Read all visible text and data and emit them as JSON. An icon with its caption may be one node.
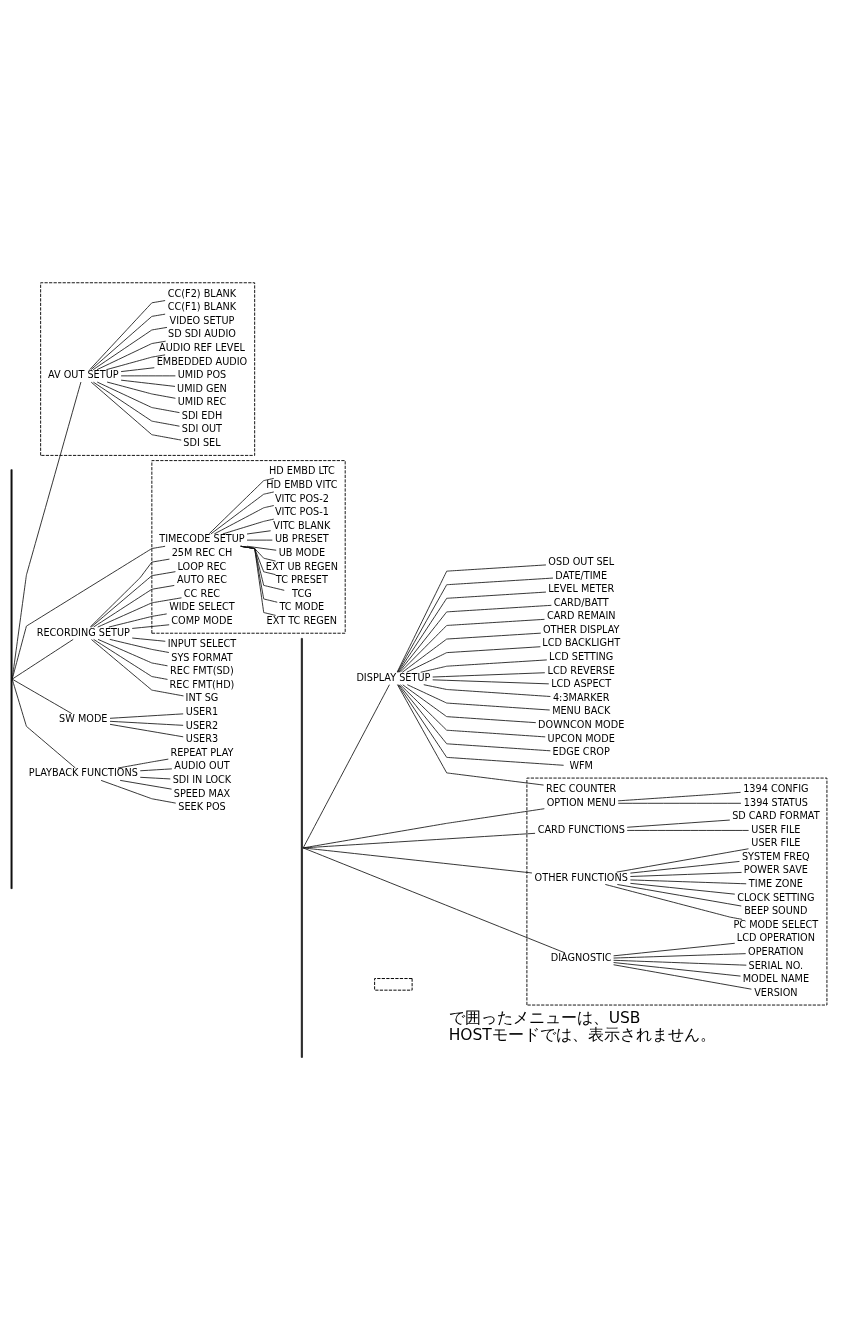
{
  "diagram": {
    "nodes": [
      {
        "text": [
          "RECORDING SETUP"
        ]
      },
      {
        "text": [
          "INPUT SELECT"
        ]
      },
      {
        "text": [
          "SYS FORMAT"
        ]
      },
      {
        "text": [
          "REC FMT(SD)"
        ]
      },
      {
        "text": [
          "REC FMT(HD)"
        ]
      },
      {
        "text": [
          "INT SG"
        ]
      },
      {
        "text": [],
        "shape": "box"
      },
      {
        "text": [
          "25M REC CH"
        ],
        "in": 6
      },
      {
        "text": [
          "LOOP REC"
        ],
        "in": 6
      },
      {
        "text": [
          "AUTO REC"
        ],
        "in": 6
      },
      {
        "text": [
          "CC REC"
        ],
        "in": 6
      },
      {
        "text": [
          "WIDE SELECT"
        ],
        "in": 6
      },
      {
        "text": [
          "COMP MODE"
        ],
        "in": 6
      },
      {
        "text": [
          "TIMECODE SETUP"
        ],
        "in": 6
      },
      {
        "text": [
          "EXT TC REGEN"
        ],
        "in": 6
      },
      {
        "text": [
          "TC MODE"
        ],
        "in": 6
      },
      {
        "text": [
          "TCG"
        ],
        "in": 6
      },
      {
        "text": [
          "TC PRESET"
        ],
        "in": 6
      },
      {
        "text": [
          "EXT UB REGEN"
        ],
        "in": 6
      },
      {
        "text": [
          "UB MODE"
        ],
        "in": 6
      },
      {
        "text": [
          "UB PRESET"
        ],
        "in": 6
      },
      {
        "text": [
          "VITC BLANK"
        ],
        "in": 6
      },
      {
        "text": [
          "VITC POS-1"
        ],
        "in": 6
      },
      {
        "text": [
          "VITC POS-2"
        ],
        "in": 6
      },
      {
        "text": [
          "HD EMBD VITC"
        ],
        "in": 6
      },
      {
        "text": [
          "HD EMBD LTC"
        ],
        "in": 6
      },
      {
        "text": [
          "SW MODE"
        ]
      },
      {
        "text": [
          "USER1"
        ]
      },
      {
        "text": [
          "USER2"
        ]
      },
      {
        "text": [
          "USER3"
        ]
      },
      {
        "text": [
          "PLAYBACK FUNCTIONS"
        ]
      },
      {
        "text": [
          "REPEAT PLAY"
        ]
      },
      {
        "text": [
          "AUDIO OUT"
        ]
      },
      {
        "text": [
          "SDI IN LOCK"
        ]
      },
      {
        "text": [
          "SPEED MAX"
        ]
      },
      {
        "text": [
          "SEEK POS"
        ]
      },
      {
        "text": [],
        "shape": "box"
      },
      {
        "text": [
          "AV OUT SETUP"
        ],
        "in": 36
      },
      {
        "text": [
          "SDI SEL"
        ],
        "in": 36
      },
      {
        "text": [
          "SDI OUT"
        ],
        "in": 36
      },
      {
        "text": [
          "SDI EDH"
        ],
        "in": 36
      },
      {
        "text": [
          "UMID REC"
        ],
        "in": 36
      },
      {
        "text": [
          "UMID GEN"
        ],
        "in": 36
      },
      {
        "text": [
          "UMID POS"
        ],
        "in": 36
      },
      {
        "text": [
          "EMBEDDED AUDIO"
        ],
        "in": 36
      },
      {
        "text": [
          "AUDIO REF LEVEL"
        ],
        "in": 36
      },
      {
        "text": [
          "SD SDI AUDIO"
        ],
        "in": 36
      },
      {
        "text": [
          "VIDEO SETUP"
        ],
        "in": 36
      },
      {
        "text": [
          "CC(F1) BLANK"
        ],
        "in": 36
      },
      {
        "text": [
          "CC(F2) BLANK"
        ],
        "in": 36
      },
      {
        "text": [
          "DISPLAY SETUP"
        ]
      },
      {
        "text": [
          "OSD OUT SEL"
        ]
      },
      {
        "text": [
          "DATE/TIME"
        ]
      },
      {
        "text": [
          "LEVEL METER"
        ]
      },
      {
        "text": [
          "CARD/BATT"
        ]
      },
      {
        "text": [
          "CARD REMAIN"
        ]
      },
      {
        "text": [
          "OTHER DISPLAY"
        ]
      },
      {
        "text": [
          "LCD BACKLIGHT"
        ]
      },
      {
        "text": [
          "LCD SETTING"
        ]
      },
      {
        "text": [
          "LCD REVERSE"
        ]
      },
      {
        "text": [
          "LCD ASPECT"
        ]
      },
      {
        "text": [
          "4:3MARKER"
        ]
      },
      {
        "text": [
          "MENU BACK"
        ]
      },
      {
        "text": [
          "DOWNCON MODE"
        ]
      },
      {
        "text": [
          "UPCON MODE"
        ]
      },
      {
        "text": [
          "EDGE CROP"
        ]
      },
      {
        "text": [
          "WFM"
        ]
      },
      {
        "text": [],
        "shape": "box"
      },
      {
        "text": [
          "REC COUNTER"
        ],
        "in": 67
      },
      {
        "text": [
          "CARD FUNCTIONS"
        ],
        "in": 67
      },
      {
        "text": [
          "USER FILE"
        ],
        "in": 67
      },
      {
        "text": [
          "SD CARD FORMAT"
        ],
        "in": 67
      },
      {
        "text": [
          "OTHER FUNCTIONS"
        ],
        "in": 67
      },
      {
        "text": [
          "PC MODE SELECT"
        ],
        "in": 67
      },
      {
        "text": [
          "BEEP SOUND"
        ],
        "in": 67
      },
      {
        "text": [
          "CLOCK SETTING"
        ],
        "in": 67
      },
      {
        "text": [
          "TIME ZONE"
        ],
        "in": 67
      },
      {
        "text": [
          "POWER SAVE"
        ],
        "in": 67
      },
      {
        "text": [
          "SYSTEM FREQ"
        ],
        "in": 67
      },
      {
        "text": [
          "USER FILE"
        ],
        "in": 67
      },
      {
        "text": [
          "DIAGNOSTIC"
        ],
        "in": 67
      },
      {
        "text": [
          "VERSION"
        ],
        "in": 67
      },
      {
        "text": [
          "MODEL NAME"
        ],
        "in": 67
      },
      {
        "text": [
          "SERIAL NO."
        ],
        "in": 67
      },
      {
        "text": [
          "OPERATION"
        ],
        "in": 67
      },
      {
        "text": [
          "LCD OPERATION"
        ],
        "in": 67
      },
      {
        "text": [
          "OPTION MENU"
        ],
        "in": 67
      },
      {
        "text": [
          "1394 STATUS"
        ],
        "in": 67
      },
      {
        "text": [
          "1394 CONFIG"
        ],
        "in": 67
      },
      {
        "text": [],
        "shape": "bar"
      },
      {
        "text": [],
        "shape": "bar"
      }
    ],
    "edges": [
      {
        "from": 89,
        "to": 0,
        "arrow": "none"
      },
      {
        "from": 0,
        "to": 1,
        "arrow": "none"
      },
      {
        "from": 0,
        "to": 2,
        "arrow": "none"
      },
      {
        "from": 0,
        "to": 3,
        "arrow": "none"
      },
      {
        "from": 0,
        "to": 4,
        "arrow": "none"
      },
      {
        "from": 0,
        "to": 5,
        "arrow": "none"
      },
      {
        "from": 0,
        "to": 7,
        "arrow": "none"
      },
      {
        "from": 0,
        "to": 8,
        "arrow": "none"
      },
      {
        "from": 0,
        "to": 9,
        "arrow": "none"
      },
      {
        "from": 0,
        "to": 10,
        "arrow": "none"
      },
      {
        "from": 0,
        "to": 11,
        "arrow": "none"
      },
      {
        "from": 0,
        "to": 12,
        "arrow": "none"
      },
      {
        "from": 89,
        "to": 13,
        "arrow": "none"
      },
      {
        "from": 13,
        "to": 14,
        "arrow": "none"
      },
      {
        "from": 13,
        "to": 15,
        "arrow": "none"
      },
      {
        "from": 13,
        "to": 16,
        "arrow": "none"
      },
      {
        "from": 13,
        "to": 17,
        "arrow": "none"
      },
      {
        "from": 13,
        "to": 18,
        "arrow": "none"
      },
      {
        "from": 13,
        "to": 19,
        "arrow": "none"
      },
      {
        "from": 13,
        "to": 20,
        "arrow": "none"
      },
      {
        "from": 13,
        "to": 21,
        "arrow": "none"
      },
      {
        "from": 13,
        "to": 22,
        "arrow": "none"
      },
      {
        "from": 13,
        "to": 23,
        "arrow": "none"
      },
      {
        "from": 13,
        "to": 24,
        "arrow": "none"
      },
      {
        "from": 13,
        "to": 25,
        "arrow": "none"
      },
      {
        "from": 89,
        "to": 26,
        "arrow": "none"
      },
      {
        "from": 26,
        "to": 27,
        "arrow": "none"
      },
      {
        "from": 26,
        "to": 28,
        "arrow": "none"
      },
      {
        "from": 26,
        "to": 29,
        "arrow": "none"
      },
      {
        "from": 89,
        "to": 30,
        "arrow": "none"
      },
      {
        "from": 30,
        "to": 31,
        "arrow": "none"
      },
      {
        "from": 30,
        "to": 32,
        "arrow": "none"
      },
      {
        "from": 30,
        "to": 33,
        "arrow": "none"
      },
      {
        "from": 30,
        "to": 34,
        "arrow": "none"
      },
      {
        "from": 30,
        "to": 35,
        "arrow": "none"
      },
      {
        "from": 89,
        "to": 37,
        "arrow": "none"
      },
      {
        "from": 37,
        "to": 38,
        "arrow": "none"
      },
      {
        "from": 37,
        "to": 39,
        "arrow": "none"
      },
      {
        "from": 37,
        "to": 40,
        "arrow": "none"
      },
      {
        "from": 37,
        "to": 41,
        "arrow": "none"
      },
      {
        "from": 37,
        "to": 42,
        "arrow": "none"
      },
      {
        "from": 37,
        "to": 43,
        "arrow": "none"
      },
      {
        "from": 37,
        "to": 44,
        "arrow": "none"
      },
      {
        "from": 37,
        "to": 45,
        "arrow": "none"
      },
      {
        "from": 37,
        "to": 46,
        "arrow": "none"
      },
      {
        "from": 37,
        "to": 47,
        "arrow": "none"
      },
      {
        "from": 37,
        "to": 48,
        "arrow": "none"
      },
      {
        "from": 37,
        "to": 49,
        "arrow": "none"
      },
      {
        "from": 90,
        "to": 50,
        "arrow": "none"
      },
      {
        "from": 50,
        "to": 51,
        "arrow": "none"
      },
      {
        "from": 50,
        "to": 52,
        "arrow": "none"
      },
      {
        "from": 50,
        "to": 53,
        "arrow": "none"
      },
      {
        "from": 50,
        "to": 54,
        "arrow": "none"
      },
      {
        "from": 50,
        "to": 55,
        "arrow": "none"
      },
      {
        "from": 50,
        "to": 56,
        "arrow": "none"
      },
      {
        "from": 50,
        "to": 57,
        "arrow": "none"
      },
      {
        "from": 50,
        "to": 58,
        "arrow": "none"
      },
      {
        "from": 50,
        "to": 59,
        "arrow": "none"
      },
      {
        "from": 50,
        "to": 60,
        "arrow": "none"
      },
      {
        "from": 50,
        "to": 61,
        "arrow": "none"
      },
      {
        "from": 50,
        "to": 62,
        "arrow": "none"
      },
      {
        "from": 50,
        "to": 63,
        "arrow": "none"
      },
      {
        "from": 50,
        "to": 64,
        "arrow": "none"
      },
      {
        "from": 50,
        "to": 65,
        "arrow": "none"
      },
      {
        "from": 50,
        "to": 66,
        "arrow": "none"
      },
      {
        "from": 50,
        "to": 68,
        "arrow": "none"
      },
      {
        "from": 90,
        "to": 69,
        "arrow": "none"
      },
      {
        "from": 69,
        "to": 70,
        "arrow": "none"
      },
      {
        "from": 69,
        "to": 71,
        "arrow": "none"
      },
      {
        "from": 90,
        "to": 72,
        "arrow": "none"
      },
      {
        "from": 72,
        "to": 73,
        "arrow": "none"
      },
      {
        "from": 72,
        "to": 74,
        "arrow": "none"
      },
      {
        "from": 72,
        "to": 75,
        "arrow": "none"
      },
      {
        "from": 72,
        "to": 76,
        "arrow": "none"
      },
      {
        "from": 72,
        "to": 77,
        "arrow": "none"
      },
      {
        "from": 72,
        "to": 78,
        "arrow": "none"
      },
      {
        "from": 72,
        "to": 79,
        "arrow": "none"
      },
      {
        "from": 90,
        "to": 80,
        "arrow": "none"
      },
      {
        "from": 80,
        "to": 81,
        "arrow": "none"
      },
      {
        "from": 80,
        "to": 82,
        "arrow": "none"
      },
      {
        "from": 80,
        "to": 83,
        "arrow": "none"
      },
      {
        "from": 80,
        "to": 84,
        "arrow": "none"
      },
      {
        "from": 80,
        "to": 85,
        "arrow": "none"
      },
      {
        "from": 90,
        "to": 86,
        "arrow": "none"
      },
      {
        "from": 86,
        "to": 87,
        "arrow": "none"
      },
      {
        "from": 86,
        "to": 88,
        "arrow": "none"
      }
    ],
    "legend": [
      {
        "text": "で囲ったメニューは、USB HOSTモードでは、表示されません。"
      }
    ]
  }
}
